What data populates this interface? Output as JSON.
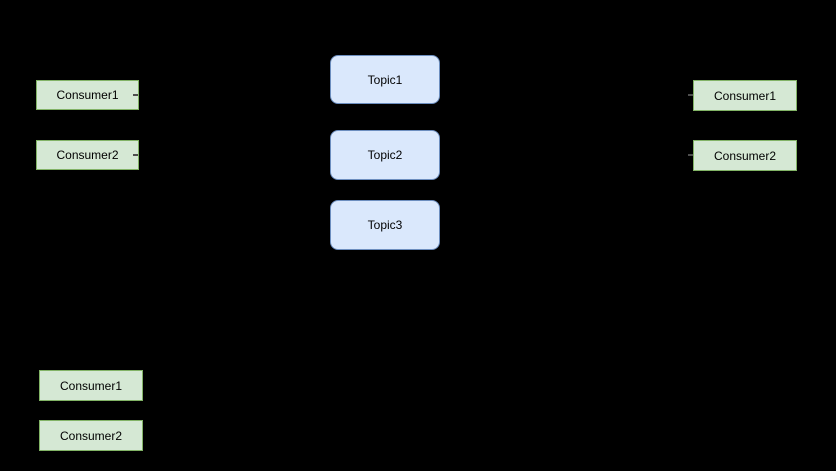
{
  "diagram": {
    "type": "kafka-topics-consumer-groups",
    "background_color": "#000000",
    "node_text_color": "#000000",
    "consumer_style": {
      "fill": "#d5e8d4",
      "border": "#82b366"
    },
    "topic_style": {
      "fill": "#dae8fc",
      "border": "#6c8ebf"
    },
    "left_consumer_group": {
      "nodes": [
        {
          "label": "Consumer1"
        },
        {
          "label": "Consumer2"
        }
      ]
    },
    "topics": {
      "nodes": [
        {
          "label": "Topic1"
        },
        {
          "label": "Topic2"
        },
        {
          "label": "Topic3"
        }
      ]
    },
    "right_consumer_group": {
      "nodes": [
        {
          "label": "Consumer1"
        },
        {
          "label": "Consumer2"
        }
      ]
    },
    "bottom_consumer_group": {
      "nodes": [
        {
          "label": "Consumer1"
        },
        {
          "label": "Consumer2"
        }
      ]
    }
  }
}
